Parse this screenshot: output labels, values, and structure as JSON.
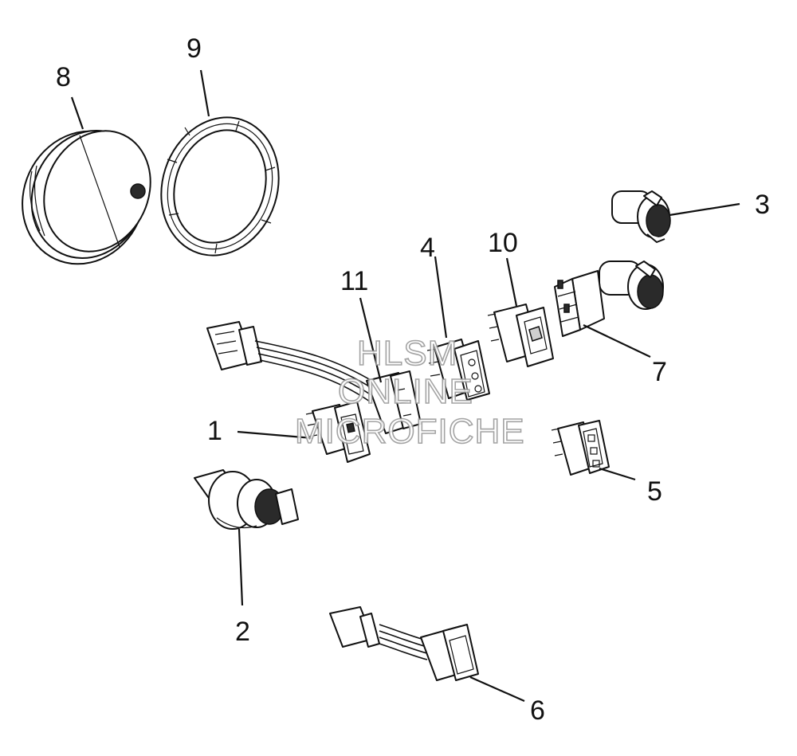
{
  "callouts": {
    "c1": "1",
    "c2": "2",
    "c3": "3",
    "c4": "4",
    "c5": "5",
    "c6": "6",
    "c7": "7",
    "c8": "8",
    "c9": "9",
    "c10": "10",
    "c11": "11"
  },
  "watermark": {
    "line1": "HLSM",
    "line2": "ONLINE",
    "line3": "MICROFICHE"
  }
}
